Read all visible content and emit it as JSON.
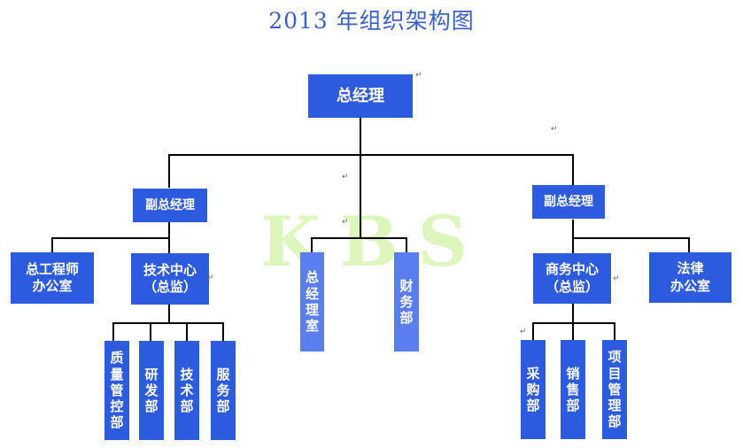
{
  "title": "2013 年组织架构图",
  "watermark": "KBS",
  "paragraph_mark": "↵",
  "colors": {
    "box": "#2d5be0",
    "box_light": "#5a7ef0",
    "title": "#3a5fcd",
    "connector": "#000000",
    "watermark": "#d8f5b0"
  },
  "org": {
    "ceo": "总经理",
    "vp_left": "副总经理",
    "vp_right": "副总经理",
    "chief_engineer_office": "总工程师\n办公室",
    "tech_center": "技术中心\n（总监）",
    "qc_dept": "质量管控部",
    "rnd_dept": "研发部",
    "tech_dept": "技术部",
    "service_dept": "服务部",
    "gm_office": "总经理室",
    "finance_dept": "财务部",
    "business_center": "商务中心\n（总监）",
    "legal_office": "法律\n办公室",
    "purchasing_dept": "采购部",
    "sales_dept": "销售部",
    "project_mgmt_dept": "项目管理部"
  }
}
